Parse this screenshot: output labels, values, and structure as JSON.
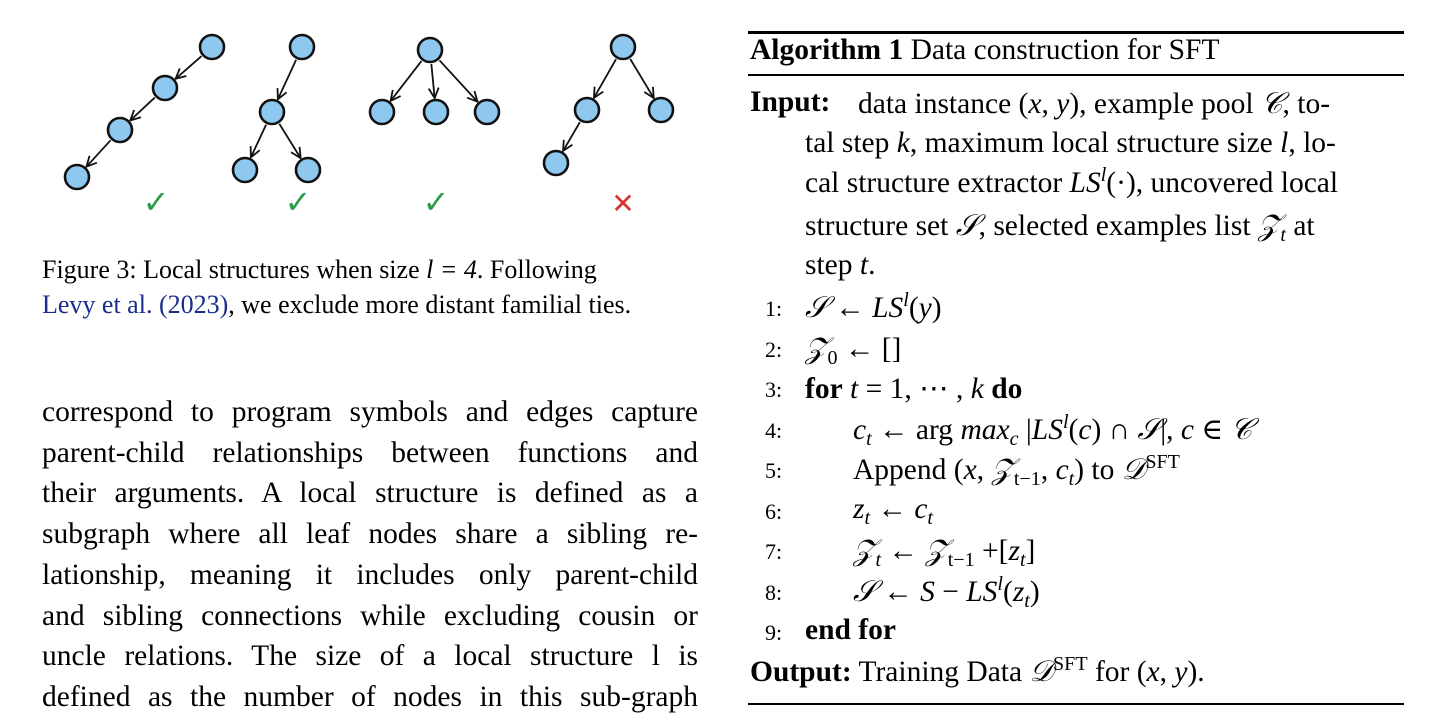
{
  "figure": {
    "markers": [
      "✓",
      "✓",
      "✓",
      "✕"
    ],
    "colors": {
      "node_fill": "#8fc8ef",
      "node_stroke": "#111111",
      "check": "#2e9b4a",
      "cross": "#d9332f",
      "link": "#1a2c8c"
    },
    "caption": {
      "line1": "Figure 3: Local structures when size ",
      "line1_math": "l = 4",
      "line1_end": ". Following",
      "cite": "Levy et al. (2023)",
      "line2_end": ", we exclude more distant familial ties."
    }
  },
  "body": {
    "lines": [
      "correspond to program symbols and edges capture",
      "parent-child relationships between functions and",
      "their arguments. A local structure is defined as a",
      "subgraph where all leaf nodes share a sibling re-",
      "lationship, meaning it includes only parent-child",
      "and sibling connections while excluding cousin or",
      "uncle relations. The size of a local structure l is",
      "defined as the number of nodes in this sub-graph"
    ]
  },
  "algorithm": {
    "label": "Algorithm 1",
    "title": "Data construction for SFT",
    "input_label": "Input:",
    "input_lines": [
      "data instance (x, y), example pool 𝒞, to-",
      "tal step k, maximum local structure size l, lo-",
      "cal structure extractor LS^l(·), uncovered local",
      "structure set 𝒮, selected examples list 𝒵_t at",
      "step t."
    ],
    "steps": [
      {
        "num": "1:",
        "text": "𝒮 ← LS^l(y)"
      },
      {
        "num": "2:",
        "text": "𝒵_0 ← []"
      },
      {
        "num": "3:",
        "text": "for t = 1, ⋯ , k do"
      },
      {
        "num": "4:",
        "text": "c_t ← arg max_c |LS^l(c) ∩ 𝒮|, c ∈ 𝒞"
      },
      {
        "num": "5:",
        "text": "Append (x, 𝒵_{t−1}, c_t) to 𝒟^{SFT}"
      },
      {
        "num": "6:",
        "text": "z_t ← c_t"
      },
      {
        "num": "7:",
        "text": "𝒵_t ← 𝒵_{t−1} +[z_t]"
      },
      {
        "num": "8:",
        "text": "𝒮 ← S − LS^l(z_t)"
      },
      {
        "num": "9:",
        "text": "end for"
      }
    ],
    "output_label": "Output:",
    "output_text": "Training Data 𝒟^{SFT} for (x, y)."
  }
}
